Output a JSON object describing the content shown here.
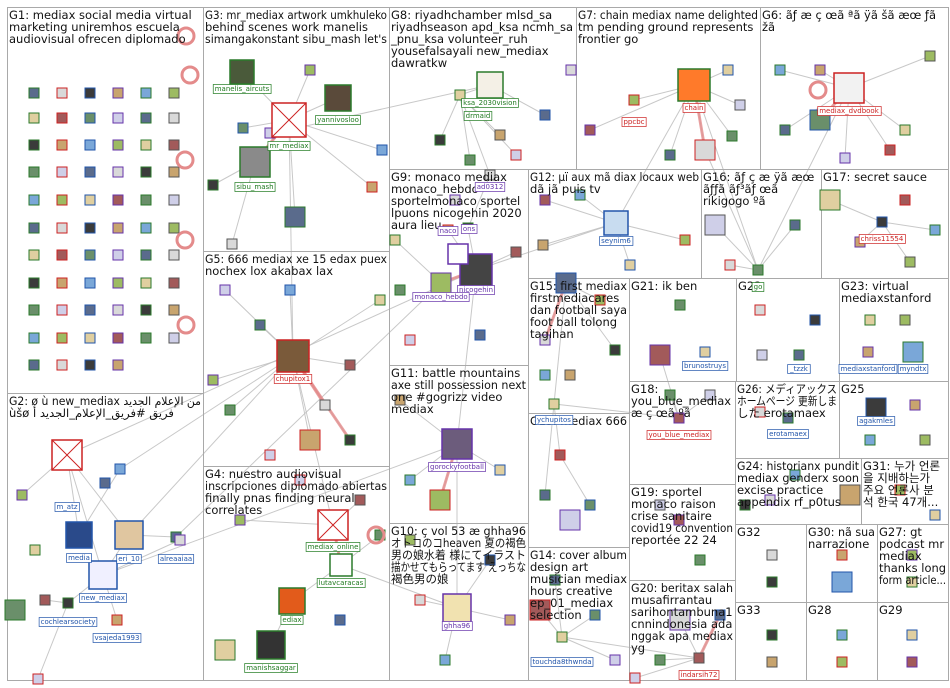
{
  "colors": {
    "edge": "#bfbfbf",
    "edge_strong": "#e48b8b",
    "panel_border": "#a9a9a9",
    "label_green": "#1f7a1f",
    "label_red": "#cc2222",
    "label_blue": "#2255aa",
    "label_purple": "#6633aa"
  },
  "groups": [
    {
      "id": "G1",
      "title": [
        "G1: mediax social media virtual",
        "marketing uniremhos escuela",
        "audiovisual ofrecen diplomado"
      ]
    },
    {
      "id": "G3",
      "title": [
        "G3: mr_mediax artwork umkhuleko",
        "behind scenes work manelis",
        "simangakonstant sibu_mash let's"
      ]
    },
    {
      "id": "G8",
      "title": [
        "G8: riyadhchamber mlsd_sa",
        "riyadhseason apd_ksa ncmh_sa",
        "_pnu_ksa volunteer_ruh",
        "yousefalsayali new_mediax",
        "dawratkw"
      ]
    },
    {
      "id": "G7",
      "title": [
        "G7: chain mediax name delighted",
        "tm pending ground represents",
        "frontier go"
      ]
    },
    {
      "id": "G6",
      "title": [
        "G6: ãƒ æ ç œã ªã ÿã šã æœ ƒã",
        "žã"
      ]
    },
    {
      "id": "G9",
      "title": [
        "G9: monaco mediax",
        "monaco_hebdo",
        "sportelmonaco sportel",
        "lpuons nicogehin 2020",
        "aura lieu"
      ]
    },
    {
      "id": "G12",
      "title": [
        "G12: µï aux mã diax locaux web",
        "dã jã puis tv"
      ]
    },
    {
      "id": "G16",
      "title": [
        "G16: ãƒ ç æ ÿã æœ",
        "ãƒƒã ãƒ³ãƒ œã",
        "rikigogo ºã"
      ]
    },
    {
      "id": "G17",
      "title": [
        "G17: secret sauce"
      ]
    },
    {
      "id": "G5",
      "title": [
        "G5: 666 mediax xe 15 edax puex",
        "nochex lox akabax lax"
      ]
    },
    {
      "id": "G15",
      "title": [
        "G15: first mediax",
        "firstmediacares",
        "dan football saya",
        "foot ball tolong",
        "tagihan"
      ]
    },
    {
      "id": "G21",
      "title": [
        "G21: ik ben"
      ]
    },
    {
      "id": "G22",
      "title": [
        "G22:"
      ]
    },
    {
      "id": "G23",
      "title": [
        "G23: virtual",
        "mediaxstanford"
      ]
    },
    {
      "id": "G2",
      "title": [
        "G2: ø ù new_mediax من الإعلام الجديد",
        "ùšø فريق #فريق_الإعلام_الجديد أ"
      ]
    },
    {
      "id": "G11",
      "title": [
        "G11: battle mountains",
        "axe still possession next",
        "one #gogrizz video",
        "mediax"
      ]
    },
    {
      "id": "G18",
      "title": [
        "G18:",
        "you_blue_mediax",
        "æ ç œã ºã"
      ]
    },
    {
      "id": "G26",
      "title": [
        "G26: メディアックス",
        "ホームページ 更新しま",
        "した erotamaex"
      ]
    },
    {
      "id": "G25",
      "title": [
        "G25"
      ]
    },
    {
      "id": "G13",
      "title": [
        "G13: mediax 666"
      ]
    },
    {
      "id": "G4",
      "title": [
        "G4: nuestro audiovisual",
        "inscripciones diplomado abiertas",
        "finally pnas finding neural",
        "correlates"
      ]
    },
    {
      "id": "G24",
      "title": [
        "G24: historianx pundit",
        "mediax genderx soon",
        "excise practice",
        "appendix rf_p0tus"
      ]
    },
    {
      "id": "G31",
      "title": [
        "G31: 누가 언론",
        "을 지배하는가",
        "주요 언론사 분",
        "석 한국 47개..."
      ]
    },
    {
      "id": "G19",
      "title": [
        "G19: sportel",
        "monaco raison",
        "crise sanitaire",
        "covid19 convention",
        "reportée 22 24"
      ]
    },
    {
      "id": "G10",
      "title": [
        "G10: ç vol 53 æ ghha96",
        "オトコのコheaven 夏の褐色",
        "男の娘水着 様にてイラスト",
        "描かせてもらってます えっちな",
        "褐色男の娘"
      ]
    },
    {
      "id": "G14",
      "title": [
        "G14: cover album",
        "design art",
        "musician mediax",
        "hours creative",
        "ep_01_mediax",
        "selection"
      ]
    },
    {
      "id": "G32",
      "title": [
        "G32"
      ]
    },
    {
      "id": "G30",
      "title": [
        "G30: nã sua",
        "narrazione"
      ]
    },
    {
      "id": "G27",
      "title": [
        "G27: gt",
        "podcast mr",
        "mediax",
        "thanks long",
        "form article..."
      ]
    },
    {
      "id": "G20",
      "title": [
        "G20: beritax salah",
        "musafirrantau",
        "sarihontambuna1",
        "cnnindonesia ada",
        "nggak apa mediax",
        "yg"
      ]
    },
    {
      "id": "G33",
      "title": [
        "G33"
      ]
    },
    {
      "id": "G28",
      "title": [
        "G28"
      ]
    },
    {
      "id": "G29",
      "title": [
        "G29"
      ]
    }
  ],
  "node_labels": [
    {
      "text": "manelis_aircuts",
      "color": "label_green"
    },
    {
      "text": "yannivosloo",
      "color": "label_green"
    },
    {
      "text": "mr_mediax",
      "color": "label_green"
    },
    {
      "text": "sibu_mash",
      "color": "label_green"
    },
    {
      "text": "ksa_2030vision",
      "color": "label_green"
    },
    {
      "text": "drmaid",
      "color": "label_green"
    },
    {
      "text": "chain",
      "color": "label_red"
    },
    {
      "text": "ppcbc",
      "color": "label_red"
    },
    {
      "text": "mediax_dvdbook",
      "color": "label_red"
    },
    {
      "text": "ad0312",
      "color": "label_purple"
    },
    {
      "text": "ons",
      "color": "label_purple"
    },
    {
      "text": "naco",
      "color": "label_purple"
    },
    {
      "text": "nicogehin",
      "color": "label_purple"
    },
    {
      "text": "monaco_hebdo",
      "color": "label_purple"
    },
    {
      "text": "seynim6",
      "color": "label_blue"
    },
    {
      "text": "go",
      "color": "label_green"
    },
    {
      "text": "chriss11554",
      "color": "label_red"
    },
    {
      "text": "chupitox1",
      "color": "label_red"
    },
    {
      "text": "brunostruys",
      "color": "label_blue"
    },
    {
      "text": "_tzzk",
      "color": "label_blue"
    },
    {
      "text": "mediaxstanford",
      "color": "label_blue"
    },
    {
      "text": "myndtx",
      "color": "label_blue"
    },
    {
      "text": "m_atz",
      "color": "label_blue"
    },
    {
      "text": "media",
      "color": "label_blue"
    },
    {
      "text": "eri_10",
      "color": "label_blue"
    },
    {
      "text": "alreaaiaa",
      "color": "label_blue"
    },
    {
      "text": "new_mediax",
      "color": "label_blue"
    },
    {
      "text": "cochlearsociety",
      "color": "label_blue"
    },
    {
      "text": "vsajeda1993",
      "color": "label_blue"
    },
    {
      "text": "gorockyfootball",
      "color": "label_purple"
    },
    {
      "text": "you_blue_mediax",
      "color": "label_red"
    },
    {
      "text": "erotamaex",
      "color": "label_blue"
    },
    {
      "text": "agakmles",
      "color": "label_blue"
    },
    {
      "text": "ychupitos",
      "color": "label_blue"
    },
    {
      "text": "mediax_online",
      "color": "label_green"
    },
    {
      "text": "lutavcaracas",
      "color": "label_green"
    },
    {
      "text": "ediax",
      "color": "label_green"
    },
    {
      "text": "manishsaggar",
      "color": "label_green"
    },
    {
      "text": "ghha96",
      "color": "label_purple"
    },
    {
      "text": "touchda8thwnda",
      "color": "label_blue"
    },
    {
      "text": "indarsih72",
      "color": "label_red"
    }
  ],
  "legend_note": ""
}
